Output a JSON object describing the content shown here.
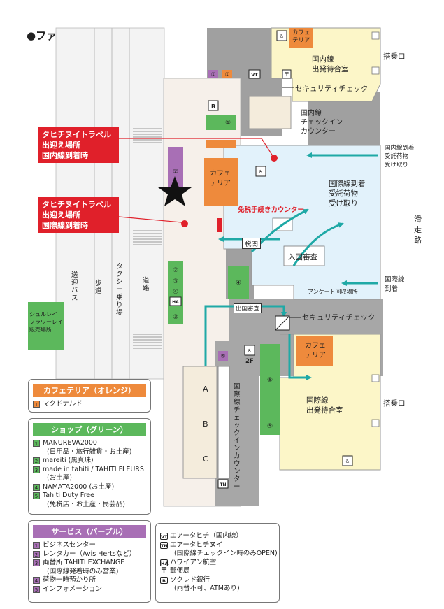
{
  "title": "●ファアア国際空港",
  "map": {
    "areas": {
      "cafeteria": "カフェ\nテリア",
      "cafeteria_small": "カフェ\nテリア",
      "dom_departure_lounge": "国内線\n出発待合室",
      "intl_departure_lounge": "国際線\n出発待合室",
      "boarding_gate": "搭乗口",
      "security_check": "セキュリティチェック",
      "dom_checkin": "国内線\nチェックイン\nカウンター",
      "dom_arrival": "国内線到着\n受託荷物\n受け取り",
      "intl_arrival_baggage": "国際線到着\n受託荷物\n受け取り",
      "tax_free_counter": "免税手続きカウンター",
      "customs": "税関",
      "immigration": "入国審査",
      "survey_box": "アンケート回収場所",
      "intl_arrival": "国際線\n到着",
      "departure_immigration": "出国審査",
      "runway": "滑\n走\n路",
      "intl_checkin": "国際線チェックインカウンター",
      "counter_a": "A",
      "counter_b": "B",
      "counter_c": "C",
      "floor_2f": "2F",
      "bus": "送迎バス",
      "sidewalk": "歩道",
      "taxi": "タクシー乗り場",
      "road": "道路",
      "lei_shop": "シュルレイ\nフラワーレイ\n販売場所"
    },
    "tahiti_nui_travel_1": "タヒチヌイトラベル\n出迎え場所\n国内線到着時",
    "tahiti_nui_travel_2": "タヒチヌイトラベル\n出迎え場所\n国際線到着時"
  },
  "legends": {
    "cafeteria": {
      "title": "カフェテリア（オレンジ）",
      "color": "#ee8a3c",
      "items": [
        {
          "num": "1",
          "label": "マクドナルド"
        }
      ]
    },
    "shop": {
      "title": "ショップ（グリーン）",
      "color": "#5cb85c",
      "items": [
        {
          "num": "1",
          "label": "MANUREVA2000",
          "sub": "(日用品・旅行雑貨・お土産)"
        },
        {
          "num": "2",
          "label": "mareiti (黒真珠)"
        },
        {
          "num": "3",
          "label": "made in tahiti / TAHITI FLEURS",
          "sub": "(お土産)"
        },
        {
          "num": "4",
          "label": "NAMATA2000 (お土産)"
        },
        {
          "num": "5",
          "label": "Tahiti Duty Free",
          "sub": "(免税店・お土産・民芸品)"
        }
      ]
    },
    "service": {
      "title": "サービス（パープル）",
      "color": "#a86fb5",
      "items": [
        {
          "num": "1",
          "label": "ビジネスセンター"
        },
        {
          "num": "2",
          "label": "レンタカー（Avis Hertsなど）"
        },
        {
          "num": "3",
          "label": "両替所 TAHITI EXCHANGE",
          "sub": "(国際線発着時のみ営業)"
        },
        {
          "num": "4",
          "label": "荷物一時預かり所"
        },
        {
          "num": "5",
          "label": "インフォメーション"
        }
      ]
    },
    "symbols": {
      "items": [
        {
          "code": "VT",
          "label": "エアータヒチ（国内線）"
        },
        {
          "code": "TN",
          "label": "エアータヒチヌイ",
          "sub": "(国際線チェックイン時のみOPEN)"
        },
        {
          "code": "HA",
          "label": "ハワイアン航空"
        },
        {
          "code": "〒",
          "label": "郵便局"
        },
        {
          "code": "B",
          "label": "ソクレド銀行",
          "sub": "(両替不可、ATMあり)"
        }
      ]
    }
  }
}
